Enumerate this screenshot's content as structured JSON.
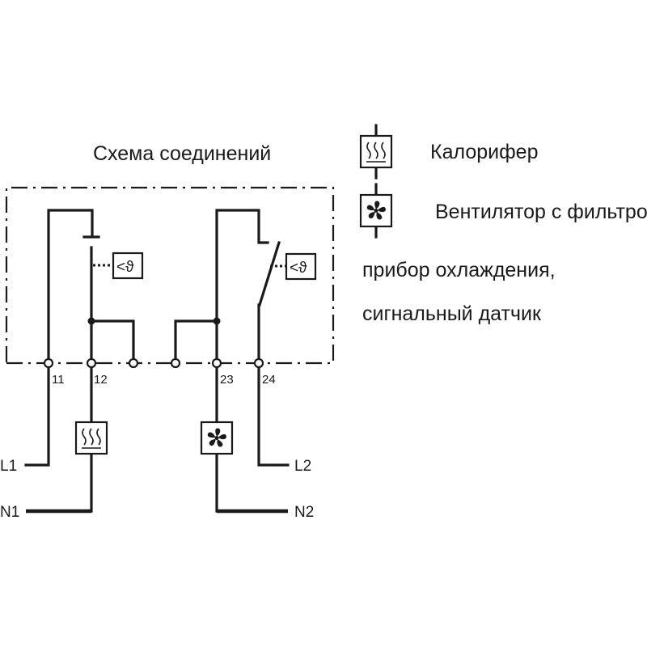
{
  "diagram": {
    "title": "Схема соединений",
    "terminals": {
      "t11": "11",
      "t12": "12",
      "t23": "23",
      "t24": "24"
    },
    "lines": {
      "l1": "L1",
      "n1": "N1",
      "l2": "L2",
      "n2": "N2"
    },
    "sensor_symbol": "<ϑ",
    "legend": {
      "heater": "Калорифер",
      "fan_line1": "Вентилятор с фильтром,",
      "fan_line2": "прибор охлаждения,",
      "fan_line3": "сигнальный датчик"
    }
  }
}
